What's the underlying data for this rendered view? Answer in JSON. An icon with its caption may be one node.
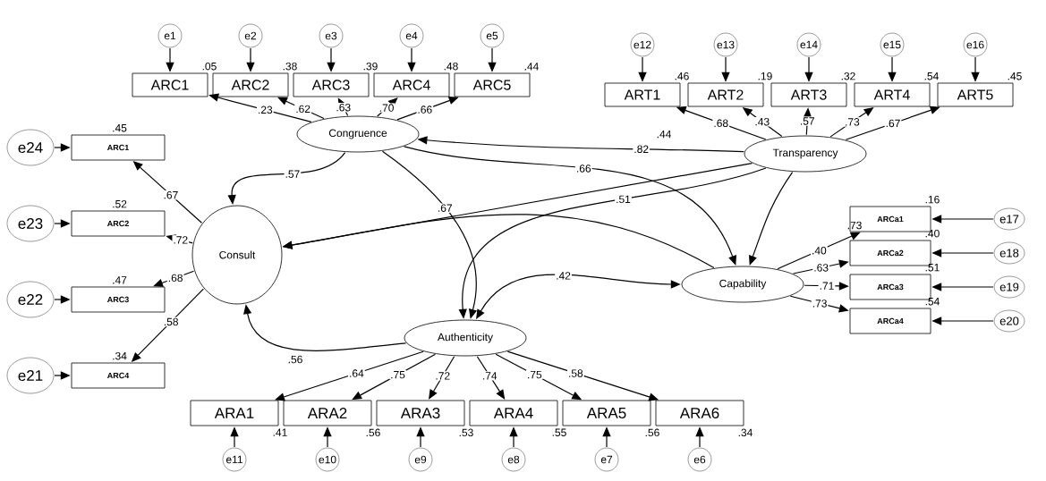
{
  "diagram": {
    "nodes": [
      {
        "text": [
          "e1"
        ]
      },
      {
        "text": [
          "e2"
        ]
      },
      {
        "text": [
          "e3"
        ]
      },
      {
        "text": [
          "e4"
        ]
      },
      {
        "text": [
          "e5"
        ]
      },
      {
        "text": [
          "ARC1"
        ],
        "beside": [
          ".05"
        ]
      },
      {
        "text": [
          "ARC2"
        ],
        "beside": [
          ".38"
        ]
      },
      {
        "text": [
          "ARC3"
        ],
        "beside": [
          ".39"
        ]
      },
      {
        "text": [
          "ARC4"
        ],
        "beside": [
          ".48"
        ]
      },
      {
        "text": [
          "ARC5"
        ],
        "beside": [
          ".44"
        ]
      },
      {
        "text": [
          "e12"
        ]
      },
      {
        "text": [
          "e13"
        ]
      },
      {
        "text": [
          "e14"
        ]
      },
      {
        "text": [
          "e15"
        ]
      },
      {
        "text": [
          "e16"
        ]
      },
      {
        "text": [
          "ART1"
        ],
        "beside": [
          ".46"
        ]
      },
      {
        "text": [
          "ART2"
        ],
        "beside": [
          ".19"
        ]
      },
      {
        "text": [
          "ART3"
        ],
        "beside": [
          ".32"
        ]
      },
      {
        "text": [
          "ART4"
        ],
        "beside": [
          ".54"
        ]
      },
      {
        "text": [
          "ART5"
        ],
        "beside": [
          ".45"
        ]
      },
      {
        "text": [
          "Congruence"
        ]
      },
      {
        "text": [
          "Transparency"
        ]
      },
      {
        "text": [
          "e24"
        ]
      },
      {
        "text": [
          "ARC1"
        ],
        "beside": [
          ".45"
        ]
      },
      {
        "text": [
          "e23"
        ]
      },
      {
        "text": [
          "ARC2"
        ],
        "beside": [
          ".52"
        ]
      },
      {
        "text": [
          "e22"
        ]
      },
      {
        "text": [
          "ARC3"
        ],
        "beside": [
          ".47"
        ]
      },
      {
        "text": [
          "e21"
        ]
      },
      {
        "text": [
          "ARC4"
        ],
        "beside": [
          ".34"
        ]
      },
      {
        "text": [
          "Consult"
        ]
      },
      {
        "text": [
          "Capability"
        ]
      },
      {
        "text": [
          "ARCa1"
        ],
        "beside": [
          ".16"
        ]
      },
      {
        "text": [
          "e17"
        ]
      },
      {
        "text": [
          "ARCa2"
        ],
        "beside": [
          ".40"
        ]
      },
      {
        "text": [
          "e18"
        ]
      },
      {
        "text": [
          "ARCa3"
        ],
        "beside": [
          ".51"
        ]
      },
      {
        "text": [
          "e19"
        ]
      },
      {
        "text": [
          "ARCa4"
        ],
        "beside": [
          ".54"
        ]
      },
      {
        "text": [
          "e20"
        ]
      },
      {
        "text": [
          "Authenticity"
        ]
      },
      {
        "text": [
          "ARA1"
        ],
        "beside": [
          ".41"
        ]
      },
      {
        "text": [
          "ARA2"
        ],
        "beside": [
          ".56"
        ]
      },
      {
        "text": [
          "ARA3"
        ],
        "beside": [
          ".53"
        ]
      },
      {
        "text": [
          "ARA4"
        ],
        "beside": [
          ".55"
        ]
      },
      {
        "text": [
          "ARA5"
        ],
        "beside": [
          ".56"
        ]
      },
      {
        "text": [
          "ARA6"
        ],
        "beside": [
          ".34"
        ]
      },
      {
        "text": [
          "e11"
        ]
      },
      {
        "text": [
          "e10"
        ]
      },
      {
        "text": [
          "e9"
        ]
      },
      {
        "text": [
          "e8"
        ]
      },
      {
        "text": [
          "e7"
        ]
      },
      {
        "text": [
          "e6"
        ]
      }
    ],
    "edges": [
      {
        "from": 0,
        "to": 5,
        "arrow": "to"
      },
      {
        "from": 1,
        "to": 6,
        "arrow": "to"
      },
      {
        "from": 2,
        "to": 7,
        "arrow": "to"
      },
      {
        "from": 3,
        "to": 8,
        "arrow": "to"
      },
      {
        "from": 4,
        "to": 9,
        "arrow": "to"
      },
      {
        "from": 20,
        "to": 5,
        "arrow": "to",
        "label": ".23"
      },
      {
        "from": 20,
        "to": 6,
        "arrow": "to",
        "label": ".62"
      },
      {
        "from": 20,
        "to": 7,
        "arrow": "to",
        "label": ".63"
      },
      {
        "from": 20,
        "to": 8,
        "arrow": "to",
        "label": ".70"
      },
      {
        "from": 20,
        "to": 9,
        "arrow": "to",
        "label": ".66"
      },
      {
        "from": 10,
        "to": 15,
        "arrow": "to"
      },
      {
        "from": 11,
        "to": 16,
        "arrow": "to"
      },
      {
        "from": 12,
        "to": 17,
        "arrow": "to"
      },
      {
        "from": 13,
        "to": 18,
        "arrow": "to"
      },
      {
        "from": 14,
        "to": 19,
        "arrow": "to"
      },
      {
        "from": 21,
        "to": 15,
        "arrow": "to",
        "label": ".68"
      },
      {
        "from": 21,
        "to": 16,
        "arrow": "to",
        "label": ".43"
      },
      {
        "from": 21,
        "to": 17,
        "arrow": "to",
        "label": ".57"
      },
      {
        "from": 21,
        "to": 18,
        "arrow": "to",
        "label": ".73"
      },
      {
        "from": 21,
        "to": 19,
        "arrow": "to",
        "label": ".67"
      },
      {
        "from": 22,
        "to": 23,
        "arrow": "to"
      },
      {
        "from": 24,
        "to": 25,
        "arrow": "to"
      },
      {
        "from": 26,
        "to": 27,
        "arrow": "to"
      },
      {
        "from": 28,
        "to": 29,
        "arrow": "to"
      },
      {
        "from": 30,
        "to": 23,
        "arrow": "to",
        "label": ".67"
      },
      {
        "from": 30,
        "to": 25,
        "arrow": "to",
        "label": ".72"
      },
      {
        "from": 30,
        "to": 27,
        "arrow": "to",
        "label": ".68"
      },
      {
        "from": 30,
        "to": 29,
        "arrow": "to",
        "label": ".58"
      },
      {
        "from": 31,
        "to": 32,
        "arrow": "to",
        "label": ".40"
      },
      {
        "from": 31,
        "to": 34,
        "arrow": "to",
        "label": ".63"
      },
      {
        "from": 31,
        "to": 36,
        "arrow": "to",
        "label": ".71"
      },
      {
        "from": 31,
        "to": 38,
        "arrow": "to",
        "label": ".73"
      },
      {
        "from": 33,
        "to": 32,
        "arrow": "to"
      },
      {
        "from": 35,
        "to": 34,
        "arrow": "to"
      },
      {
        "from": 37,
        "to": 36,
        "arrow": "to"
      },
      {
        "from": 39,
        "to": 38,
        "arrow": "to"
      },
      {
        "from": 40,
        "to": 41,
        "arrow": "to",
        "label": ".64"
      },
      {
        "from": 40,
        "to": 42,
        "arrow": "to",
        "label": ".75"
      },
      {
        "from": 40,
        "to": 43,
        "arrow": "to",
        "label": ".72"
      },
      {
        "from": 40,
        "to": 44,
        "arrow": "to",
        "label": ".74"
      },
      {
        "from": 40,
        "to": 45,
        "arrow": "to",
        "label": ".75"
      },
      {
        "from": 40,
        "to": 46,
        "arrow": "to",
        "label": ".58"
      },
      {
        "from": 47,
        "to": 41,
        "arrow": "to"
      },
      {
        "from": 48,
        "to": 42,
        "arrow": "to"
      },
      {
        "from": 49,
        "to": 43,
        "arrow": "to"
      },
      {
        "from": 50,
        "to": 44,
        "arrow": "to"
      },
      {
        "from": 51,
        "to": 45,
        "arrow": "to"
      },
      {
        "from": 52,
        "to": 46,
        "arrow": "to"
      },
      {
        "from": 20,
        "to": 30,
        "arrow": "to",
        "label": ".57"
      },
      {
        "from": 21,
        "to": 30,
        "arrow": "to"
      },
      {
        "from": 31,
        "to": 30,
        "arrow": "to"
      },
      {
        "from": 20,
        "to": 31,
        "arrow": "to",
        "label": ".66"
      },
      {
        "from": 20,
        "to": 40,
        "arrow": "to",
        "label": ".67"
      },
      {
        "from": 21,
        "to": 40,
        "arrow": "to",
        "label": ".51"
      },
      {
        "from": 40,
        "to": 31,
        "arrow": "both",
        "label": ".42"
      },
      {
        "from": 40,
        "to": 30,
        "arrow": "to"
      },
      {
        "from": 21,
        "to": 31,
        "arrow": "to"
      },
      {
        "from": 21,
        "to": 20,
        "arrow": "to",
        "label": ".82"
      }
    ],
    "labels": [
      ".44",
      ".73",
      ".56"
    ]
  }
}
